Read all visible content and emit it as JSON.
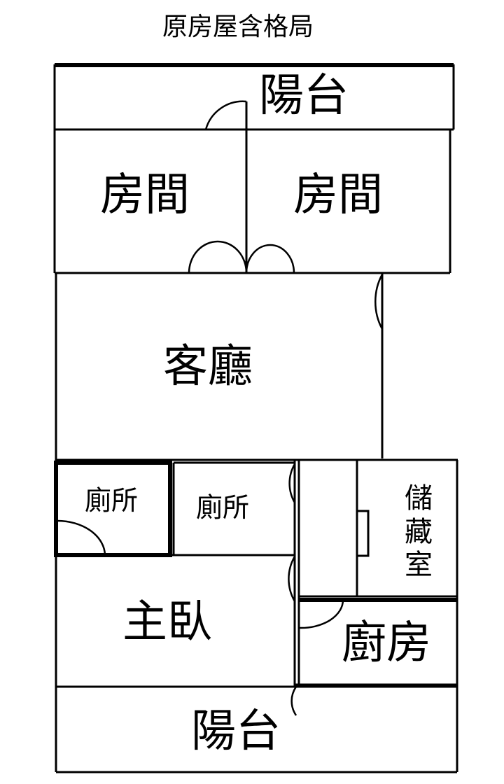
{
  "title": "原房屋含格局",
  "rooms": {
    "balcony_top": "陽台",
    "bedroom_left": "房間",
    "bedroom_right": "房間",
    "living_room": "客廳",
    "toilet_left": "廁所",
    "toilet_right": "廁所",
    "storage": [
      "儲",
      "藏",
      "室"
    ],
    "master_bedroom": "主臥",
    "kitchen": "廚房",
    "balcony_bottom": "陽台"
  }
}
